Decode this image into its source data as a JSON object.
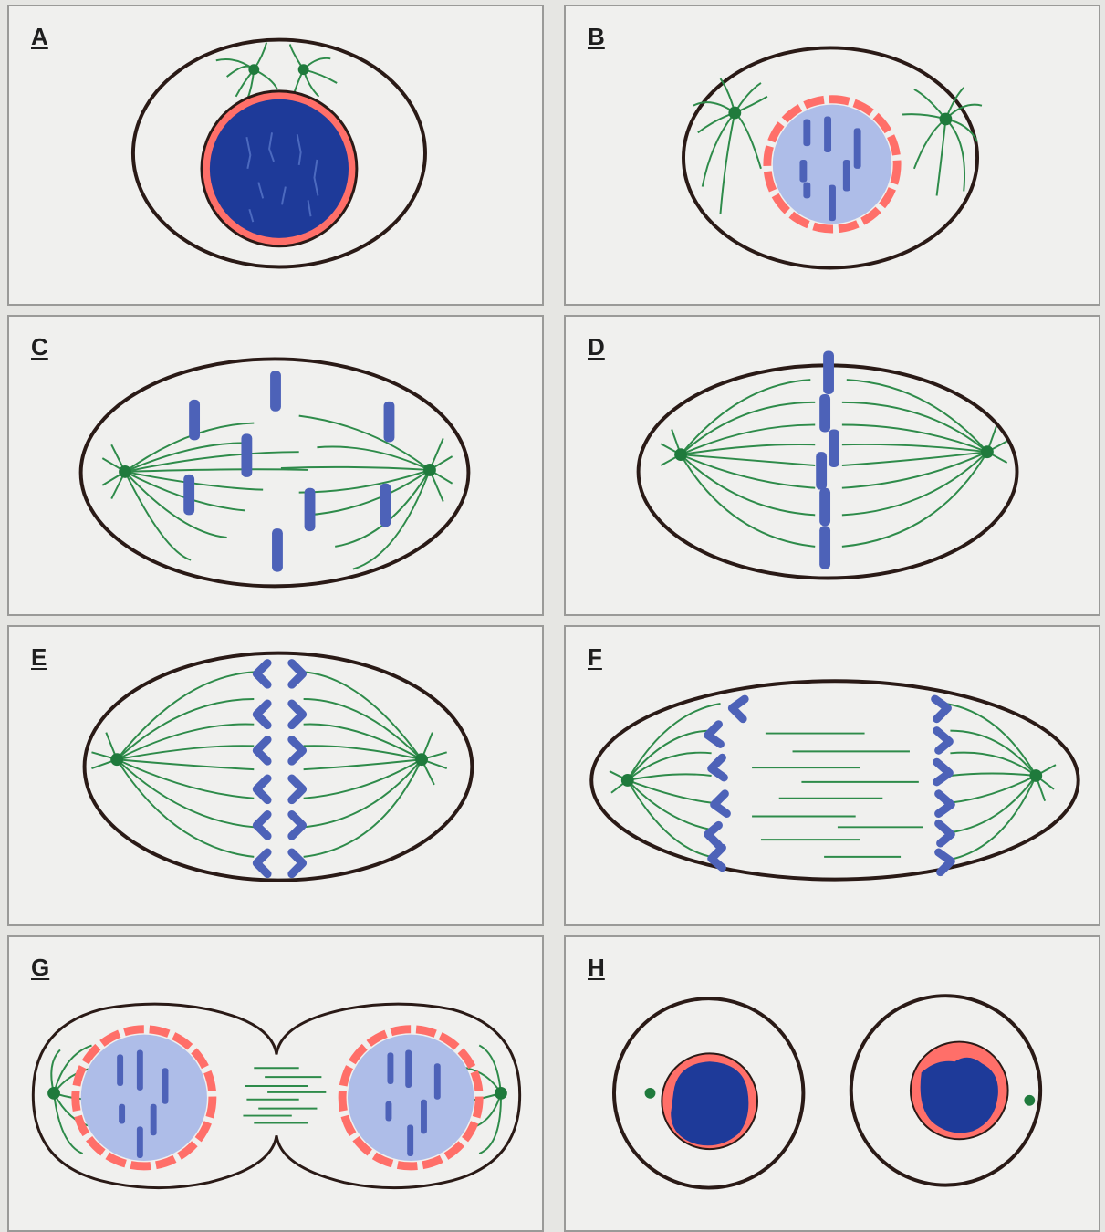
{
  "colors": {
    "panel_bg": "#f0f0ee",
    "panel_border": "#9a9a98",
    "membrane": "#2a1a16",
    "spindle": "#2e8b4a",
    "centrosome": "#1f7a3c",
    "nucleus_dark": "#1e3a99",
    "nucleus_light": "#aebde8",
    "chromosome": "#4d62b8",
    "envelope": "#ff6f69"
  },
  "panels": [
    {
      "label": "A"
    },
    {
      "label": "B"
    },
    {
      "label": "C"
    },
    {
      "label": "D"
    },
    {
      "label": "E"
    },
    {
      "label": "F"
    },
    {
      "label": "G"
    },
    {
      "label": "H"
    }
  ]
}
